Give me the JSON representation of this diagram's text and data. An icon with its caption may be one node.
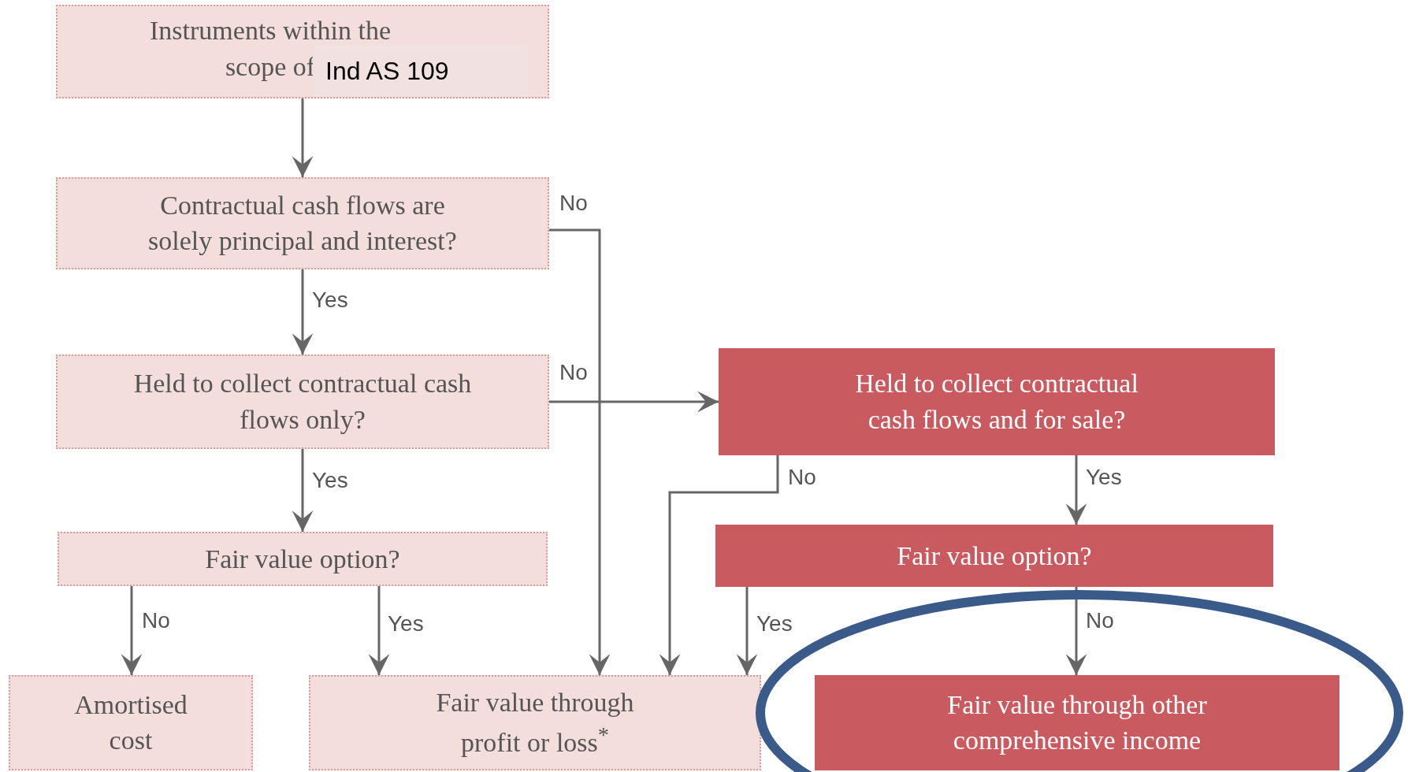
{
  "diagram": {
    "nodes": [
      {
        "text": [
          "Instruments within the scope of",
          "Ind AS 109"
        ]
      },
      {
        "text": [
          "Contractual cash flows are solely principal and interest?"
        ]
      },
      {
        "text": [
          "Held to collect contractual cash flows only?"
        ]
      },
      {
        "text": [
          "Fair value option?"
        ]
      },
      {
        "text": [
          "Amortised cost"
        ]
      },
      {
        "text": [
          "Fair value through profit or loss$^{*}$"
        ]
      },
      {
        "text": [
          "Held to collect contractual cash flows and for sale?"
        ]
      },
      {
        "text": [
          "Fair value option?"
        ]
      },
      {
        "text": [
          "Fair value through other comprehensive income"
        ]
      }
    ],
    "edges": [
      {
        "from": 0,
        "to": 1,
        "arrow": "to"
      },
      {
        "from": 1,
        "to": 2,
        "arrow": "to",
        "label": "Yes"
      },
      {
        "from": 1,
        "to": 5,
        "arrow": "to",
        "label": "No"
      },
      {
        "from": 2,
        "to": 3,
        "arrow": "to",
        "label": "Yes"
      },
      {
        "from": 2,
        "to": 6,
        "arrow": "to",
        "label": "No"
      },
      {
        "from": 3,
        "to": 4,
        "arrow": "to",
        "label": "No"
      },
      {
        "from": 3,
        "to": 5,
        "arrow": "to",
        "label": "Yes"
      },
      {
        "from": 6,
        "to": 5,
        "arrow": "to",
        "label": "No"
      },
      {
        "from": 7,
        "to": 5,
        "arrow": "to",
        "label": "Yes"
      },
      {
        "from": 6,
        "to": 7,
        "arrow": "to",
        "label": "Yes"
      },
      {
        "from": 7,
        "to": 8,
        "arrow": "to",
        "label": "No"
      }
    ]
  }
}
